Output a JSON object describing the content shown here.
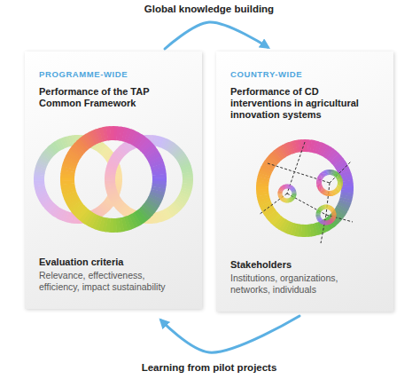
{
  "diagram": {
    "nodes": [
      {
        "text": [
          "PROGRAMME-WIDE",
          "Performance of the TAP Common Framework",
          "Evaluation criteria",
          "Relevance, effectiveness, efficiency, impact sustainability"
        ]
      },
      {
        "text": [
          "COUNTRY-WIDE",
          "Performance of CD interventions in agricultural innovation systems",
          "Stakeholders",
          "Institutions, organizations, networks, individuals"
        ]
      }
    ],
    "edges": [
      {
        "from": 0,
        "to": 1,
        "label": "Global knowledge building",
        "arrow": "to"
      },
      {
        "from": 1,
        "to": 0,
        "label": "Learning from pilot projects",
        "arrow": "to"
      }
    ]
  }
}
